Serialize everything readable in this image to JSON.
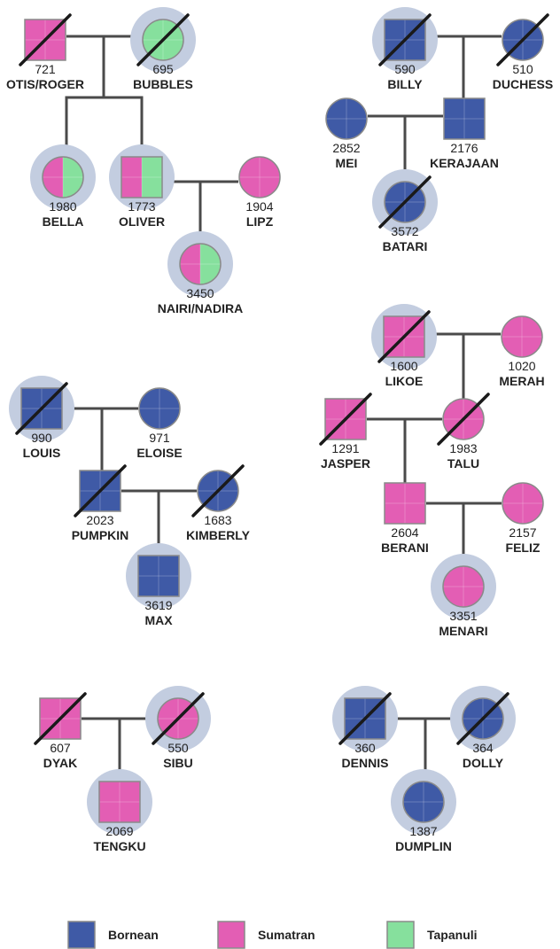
{
  "colors": {
    "bornean": "#3f5aa6",
    "sumatran": "#e35eb4",
    "tapanuli": "#86e09d",
    "line": "#4a4a4a",
    "halo": "#c3cde0"
  },
  "individuals": [
    {
      "id": "721",
      "name": "OTIS/ROGER",
      "sex": "male",
      "species": [
        "sumatran"
      ],
      "deceased": true,
      "highlighted": false
    },
    {
      "id": "695",
      "name": "BUBBLES",
      "sex": "female",
      "species": [
        "tapanuli"
      ],
      "deceased": true,
      "highlighted": true
    },
    {
      "id": "1980",
      "name": "BELLA",
      "sex": "female",
      "species": [
        "sumatran",
        "tapanuli"
      ],
      "deceased": false,
      "highlighted": true
    },
    {
      "id": "1773",
      "name": "OLIVER",
      "sex": "male",
      "species": [
        "sumatran",
        "tapanuli"
      ],
      "deceased": false,
      "highlighted": true
    },
    {
      "id": "1904",
      "name": "LIPZ",
      "sex": "female",
      "species": [
        "sumatran"
      ],
      "deceased": false,
      "highlighted": false
    },
    {
      "id": "3450",
      "name": "NAIRI/NADIRA",
      "sex": "female",
      "species": [
        "sumatran",
        "tapanuli"
      ],
      "deceased": false,
      "highlighted": true
    },
    {
      "id": "590",
      "name": "BILLY",
      "sex": "male",
      "species": [
        "bornean"
      ],
      "deceased": true,
      "highlighted": true
    },
    {
      "id": "510",
      "name": "DUCHESS",
      "sex": "female",
      "species": [
        "bornean"
      ],
      "deceased": true,
      "highlighted": false
    },
    {
      "id": "2852",
      "name": "MEI",
      "sex": "female",
      "species": [
        "bornean"
      ],
      "deceased": false,
      "highlighted": false
    },
    {
      "id": "2176",
      "name": "KERAJAAN",
      "sex": "male",
      "species": [
        "bornean"
      ],
      "deceased": false,
      "highlighted": false
    },
    {
      "id": "3572",
      "name": "BATARI",
      "sex": "female",
      "species": [
        "bornean"
      ],
      "deceased": true,
      "highlighted": true
    },
    {
      "id": "990",
      "name": "LOUIS",
      "sex": "male",
      "species": [
        "bornean"
      ],
      "deceased": true,
      "highlighted": true
    },
    {
      "id": "971",
      "name": "ELOISE",
      "sex": "female",
      "species": [
        "bornean"
      ],
      "deceased": false,
      "highlighted": false
    },
    {
      "id": "2023",
      "name": "PUMPKIN",
      "sex": "male",
      "species": [
        "bornean"
      ],
      "deceased": true,
      "highlighted": false
    },
    {
      "id": "1683",
      "name": "KIMBERLY",
      "sex": "female",
      "species": [
        "bornean"
      ],
      "deceased": true,
      "highlighted": false
    },
    {
      "id": "3619",
      "name": "MAX",
      "sex": "male",
      "species": [
        "bornean"
      ],
      "deceased": false,
      "highlighted": true
    },
    {
      "id": "1600",
      "name": "LIKOE",
      "sex": "male",
      "species": [
        "sumatran"
      ],
      "deceased": true,
      "highlighted": true
    },
    {
      "id": "1020",
      "name": "MERAH",
      "sex": "female",
      "species": [
        "sumatran"
      ],
      "deceased": false,
      "highlighted": false
    },
    {
      "id": "1291",
      "name": "JASPER",
      "sex": "male",
      "species": [
        "sumatran"
      ],
      "deceased": true,
      "highlighted": false
    },
    {
      "id": "1983",
      "name": "TALU",
      "sex": "female",
      "species": [
        "sumatran"
      ],
      "deceased": true,
      "highlighted": false
    },
    {
      "id": "2604",
      "name": "BERANI",
      "sex": "male",
      "species": [
        "sumatran"
      ],
      "deceased": false,
      "highlighted": false
    },
    {
      "id": "2157",
      "name": "FELIZ",
      "sex": "female",
      "species": [
        "sumatran"
      ],
      "deceased": false,
      "highlighted": false
    },
    {
      "id": "3351",
      "name": "MENARI",
      "sex": "female",
      "species": [
        "sumatran"
      ],
      "deceased": false,
      "highlighted": true
    },
    {
      "id": "607",
      "name": "DYAK",
      "sex": "male",
      "species": [
        "sumatran"
      ],
      "deceased": true,
      "highlighted": false
    },
    {
      "id": "550",
      "name": "SIBU",
      "sex": "female",
      "species": [
        "sumatran"
      ],
      "deceased": true,
      "highlighted": true
    },
    {
      "id": "2069",
      "name": "TENGKU",
      "sex": "male",
      "species": [
        "sumatran"
      ],
      "deceased": false,
      "highlighted": true
    },
    {
      "id": "360",
      "name": "DENNIS",
      "sex": "male",
      "species": [
        "bornean"
      ],
      "deceased": true,
      "highlighted": true
    },
    {
      "id": "364",
      "name": "DOLLY",
      "sex": "female",
      "species": [
        "bornean"
      ],
      "deceased": true,
      "highlighted": true
    },
    {
      "id": "1387",
      "name": "DUMPLIN",
      "sex": "female",
      "species": [
        "bornean"
      ],
      "deceased": false,
      "highlighted": true
    }
  ],
  "legend": [
    {
      "key": "bornean",
      "label": "Bornean"
    },
    {
      "key": "sumatran",
      "label": "Sumatran"
    },
    {
      "key": "tapanuli",
      "label": "Tapanuli"
    }
  ]
}
